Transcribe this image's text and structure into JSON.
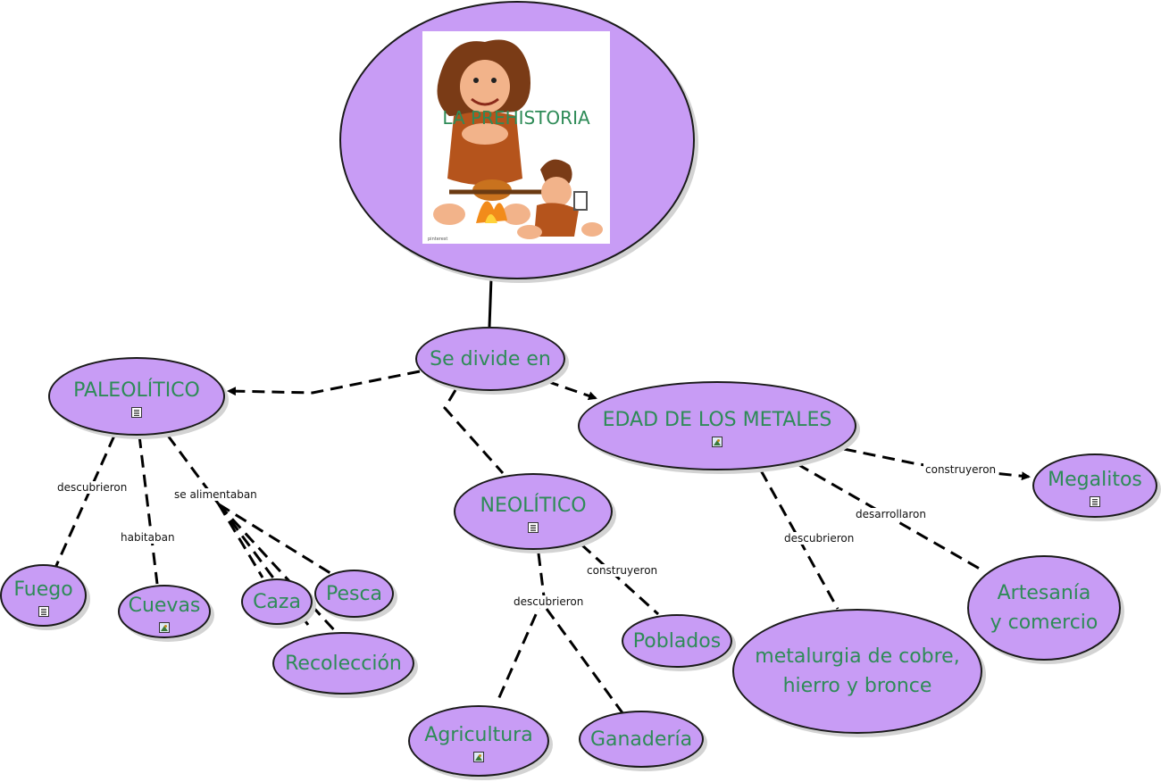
{
  "root": {
    "title": "LA PREHISTORIA",
    "image_credit": "pinterest"
  },
  "center": {
    "label": "Se divide en"
  },
  "periods": {
    "paleolitico": "PALEOLÍTICO",
    "neolitico": "NEOLÍTICO",
    "metales": "EDAD DE LOS METALES"
  },
  "paleo": {
    "fuego": "Fuego",
    "cuevas": "Cuevas",
    "caza": "Caza",
    "pesca": "Pesca",
    "recoleccion": "Recolección"
  },
  "neo": {
    "agricultura": "Agricultura",
    "ganaderia": "Ganadería",
    "poblados": "Poblados"
  },
  "metal": {
    "megalitos": "Megalitos",
    "artesania_1": "Artesanía",
    "artesania_2": "y comercio",
    "metalurgia_1": "metalurgia de cobre,",
    "metalurgia_2": "hierro y bronce"
  },
  "link_labels": {
    "descubrieron": "descubrieron",
    "habitaban": "habitaban",
    "se_alimentaban": "se alimentaban",
    "construyeron": "construyeron",
    "desarrollaron": "desarrollaron"
  },
  "colors": {
    "node_fill": "#c89cf5",
    "node_text": "#2e8b57",
    "line": "#000000"
  }
}
